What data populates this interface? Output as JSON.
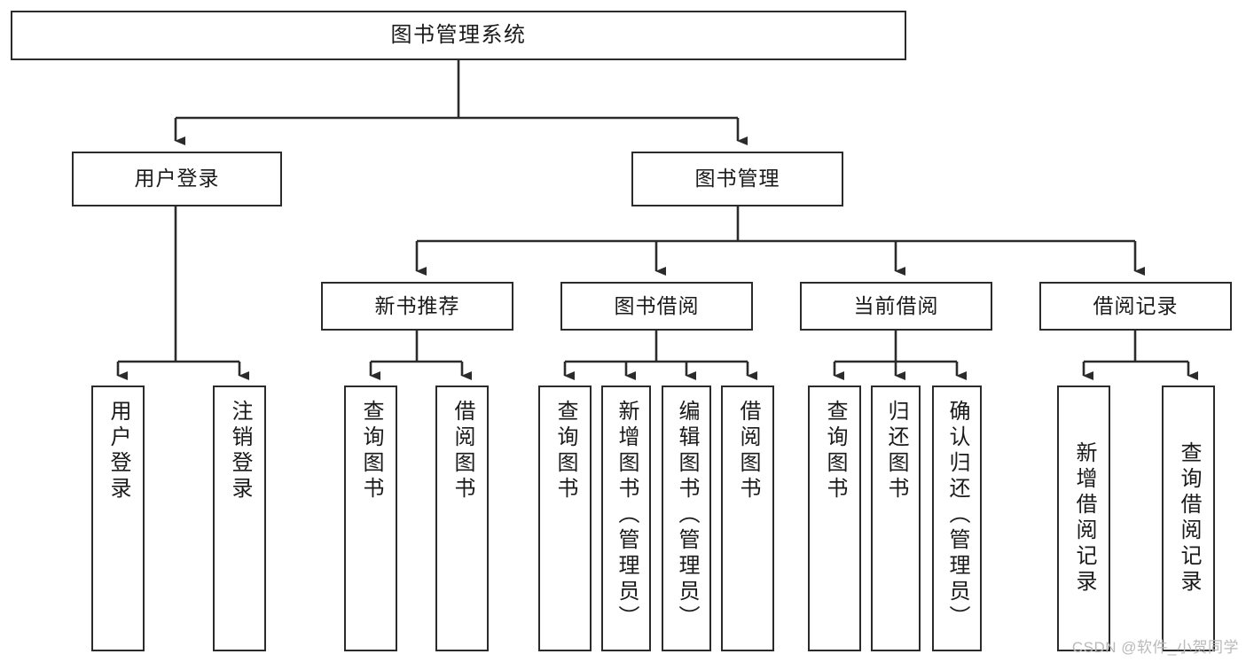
{
  "diagram": {
    "title": "图书管理系统",
    "type": "hierarchy-tree",
    "background_color": "#ffffff",
    "box_border_color": "#2b2b2b",
    "text_color": "#1a1a1a",
    "connector_color": "#2b2b2b"
  },
  "watermark": {
    "text": "CSDN @软件_小贺同学",
    "color": "#b9b9b9"
  },
  "nodes": {
    "root": {
      "label": "图书管理系统"
    },
    "level1": [
      {
        "id": "user-login",
        "label": "用户登录"
      },
      {
        "id": "book-management",
        "label": "图书管理"
      }
    ],
    "level2": [
      {
        "id": "new-book-recommend",
        "label": "新书推荐"
      },
      {
        "id": "book-borrow",
        "label": "图书借阅"
      },
      {
        "id": "current-borrow",
        "label": "当前借阅"
      },
      {
        "id": "borrow-record",
        "label": "借阅记录"
      }
    ],
    "leaves": {
      "user_login": [
        {
          "id": "leaf-user-login",
          "label": "用户登录"
        },
        {
          "id": "leaf-logout-login",
          "label": "注销登录"
        }
      ],
      "new_book_recommend": [
        {
          "id": "leaf-query-book-1",
          "label": "查询图书"
        },
        {
          "id": "leaf-borrow-book-1",
          "label": "借阅图书"
        }
      ],
      "book_borrow": [
        {
          "id": "leaf-query-book-2",
          "label": "查询图书"
        },
        {
          "id": "leaf-add-book",
          "label": "新增图书（管理员）"
        },
        {
          "id": "leaf-edit-book",
          "label": "编辑图书（管理员）"
        },
        {
          "id": "leaf-borrow-book-2",
          "label": "借阅图书"
        }
      ],
      "current_borrow": [
        {
          "id": "leaf-query-book-3",
          "label": "查询图书"
        },
        {
          "id": "leaf-return-book",
          "label": "归还图书"
        },
        {
          "id": "leaf-confirm-return",
          "label": "确认归还（管理员）"
        }
      ],
      "borrow_record": [
        {
          "id": "leaf-add-record",
          "label": "新增借阅记录"
        },
        {
          "id": "leaf-query-record",
          "label": "查询借阅记录"
        }
      ]
    }
  }
}
